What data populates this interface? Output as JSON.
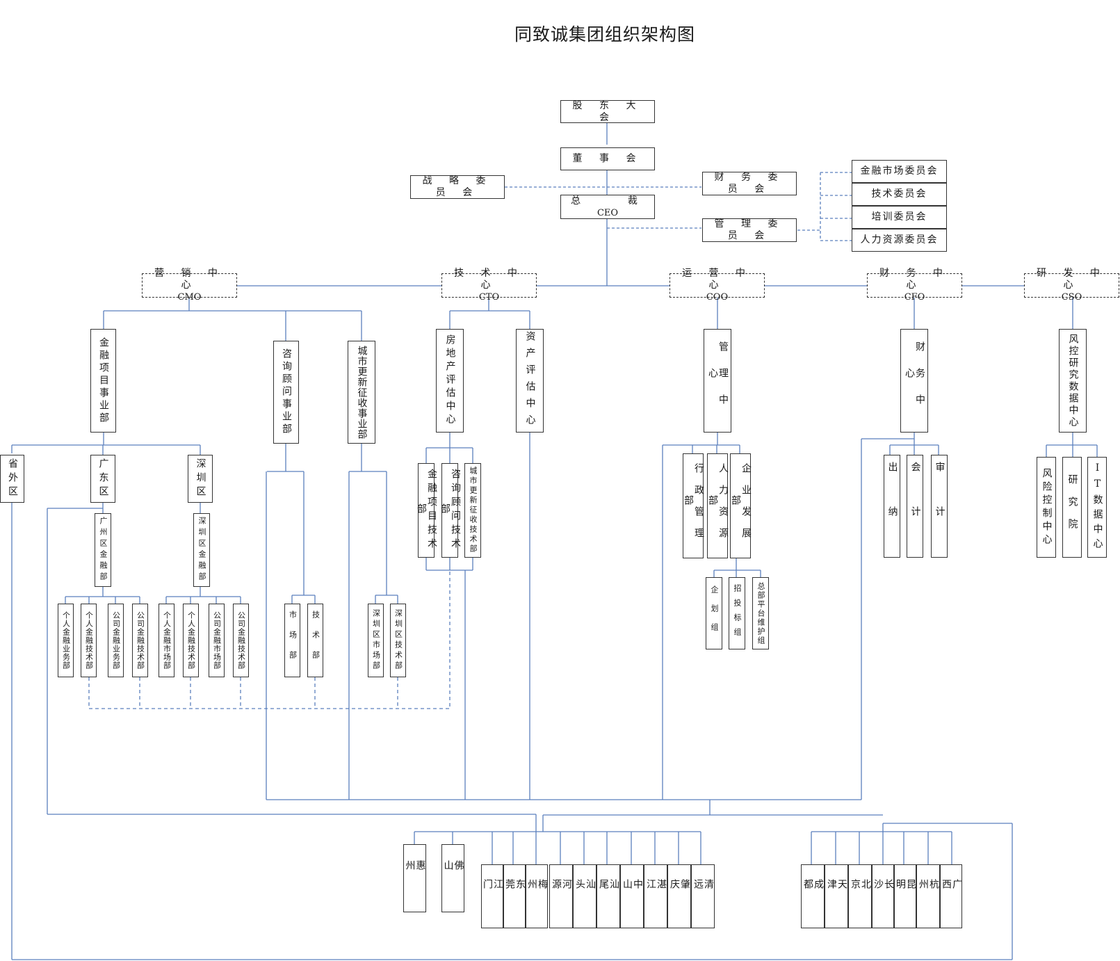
{
  "title": "同致诚集团组织架构图",
  "colors": {
    "line": "#5b7fbd",
    "border": "#333333"
  },
  "top": {
    "shareholders": "股 东 大 会",
    "board": "董 事 会",
    "strategy": "战 略 委 员 会",
    "finance_committee": "财 务 委 员 会",
    "mgmt_committee": "管 理 委 员 会",
    "ceo_cn": "总    裁",
    "ceo_en": "CEO",
    "sub_committees": [
      "金融市场委员会",
      "技术委员会",
      "培训委员会",
      "人力资源委员会"
    ]
  },
  "centers": [
    {
      "cn": "营 销 中 心",
      "en": "CMO"
    },
    {
      "cn": "技 术 中 心",
      "en": "CTO"
    },
    {
      "cn": "运 营 中 心",
      "en": "COO"
    },
    {
      "cn": "财 务 中 心",
      "en": "CFO"
    },
    {
      "cn": "研 发 中 心",
      "en": "CSO"
    }
  ],
  "units": {
    "jinrong": "金融项目事业部",
    "zixun": "咨询顾问事业部",
    "chengshi": "城市更新征收事业部",
    "fangdichan": "房地产评估中心",
    "zichan": "资产评估中心",
    "guanli": "管理中心",
    "caiwu": "财务中心",
    "fengkong": "风控研究数据中心"
  },
  "regions": {
    "shengwai": "省外区",
    "guangdong": "广东区",
    "shenzhen": "深圳区"
  },
  "subregions": {
    "gz": "广州区金融部",
    "sz": "深圳区金融部"
  },
  "gz_depts": [
    "个人金融业务部",
    "个人金融技术部",
    "公司金融业务部",
    "公司金融技术部"
  ],
  "sz_depts": [
    "个人金融市场部",
    "个人金融技术部",
    "公司金融市场部",
    "公司金融技术部"
  ],
  "zixun_depts": [
    "市场部",
    "技术部"
  ],
  "chengshi_depts": [
    "深圳区市场部",
    "深圳区技术部"
  ],
  "tech_depts": [
    "金融项目技术部",
    "咨询顾问技术部",
    "城市更新征收技术部"
  ],
  "ops_depts": [
    "行政管理部",
    "人力资源部",
    "企业发展部"
  ],
  "ops_groups": [
    "企划组",
    "招投标组",
    "总部平台维护组"
  ],
  "fin_depts": [
    "出纳",
    "会计",
    "审计"
  ],
  "rd_depts": [
    "风险控制中心",
    "研究院",
    "IT数据中心"
  ],
  "cities_gd_a": [
    "惠州",
    "佛山"
  ],
  "cities_gd_b": [
    "江门",
    "东莞",
    "梅州",
    "河源",
    "汕头",
    "汕尾",
    "中山",
    "湛江",
    "肇庆",
    "清远"
  ],
  "cities_out": [
    "成都",
    "天津",
    "北京",
    "长沙",
    "昆明",
    "杭州",
    "广西"
  ]
}
